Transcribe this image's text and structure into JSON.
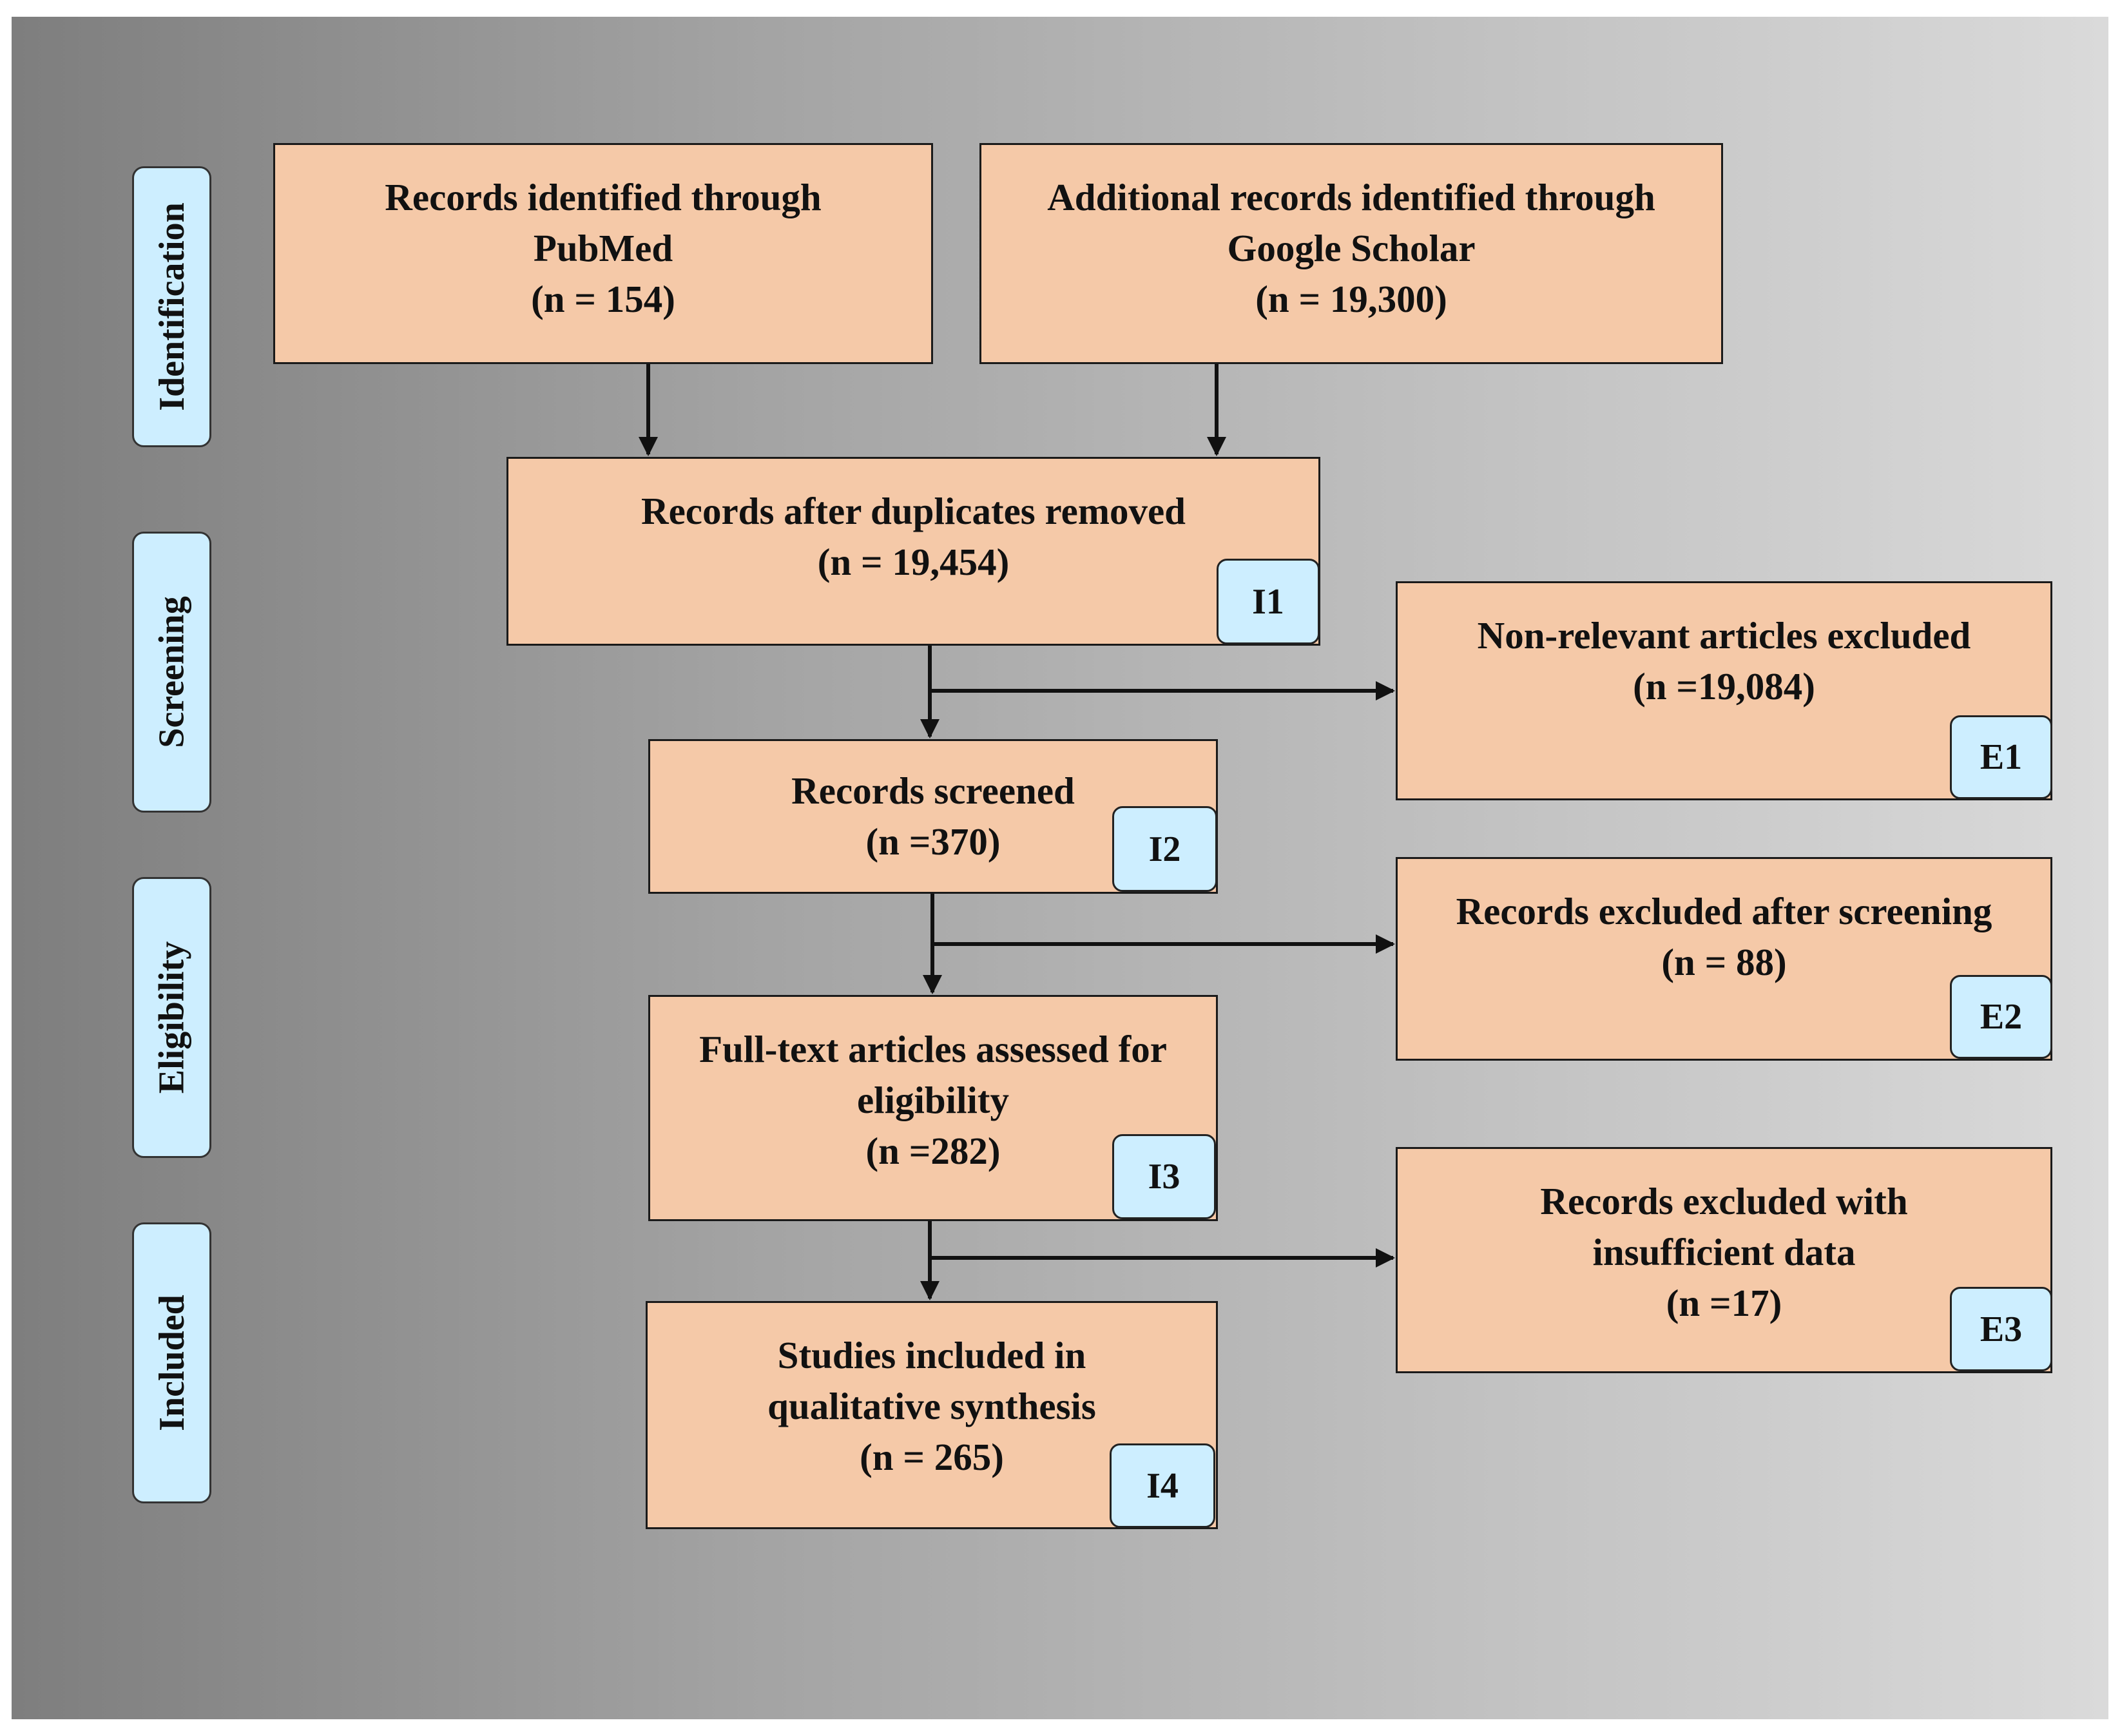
{
  "stages": {
    "identification": "Identification",
    "screening": "Screening",
    "eligibility": "Eligibility",
    "included": "Included"
  },
  "boxes": {
    "pubmed": {
      "lines": [
        "Records identified through",
        "PubMed",
        "(n = 154)"
      ]
    },
    "scholar": {
      "lines": [
        "Additional records identified through",
        "Google Scholar",
        "(n = 19,300)"
      ]
    },
    "dedup": {
      "lines": [
        "Records after duplicates removed",
        "(n = 19,454)"
      ],
      "tag": "I1"
    },
    "nonrelevant": {
      "lines": [
        "Non-relevant articles excluded",
        "(n =19,084)"
      ],
      "tag": "E1"
    },
    "screened": {
      "lines": [
        "Records screened",
        "(n =370)"
      ],
      "tag": "I2"
    },
    "excluded_screening": {
      "lines": [
        "Records excluded after screening",
        "(n = 88)"
      ],
      "tag": "E2"
    },
    "fulltext": {
      "lines": [
        "Full-text articles assessed for",
        "eligibility",
        "(n =282)"
      ],
      "tag": "I3"
    },
    "insufficient": {
      "lines": [
        "Records excluded with",
        "insufficient data",
        "(n =17)"
      ],
      "tag": "E3"
    },
    "included": {
      "lines": [
        "Studies included in",
        "qualitative synthesis",
        "(n = 265)"
      ],
      "tag": "I4"
    }
  },
  "colors": {
    "box_fill": "#f5c9a8",
    "tag_fill": "#cdeeff",
    "border": "#1a1a1a"
  }
}
